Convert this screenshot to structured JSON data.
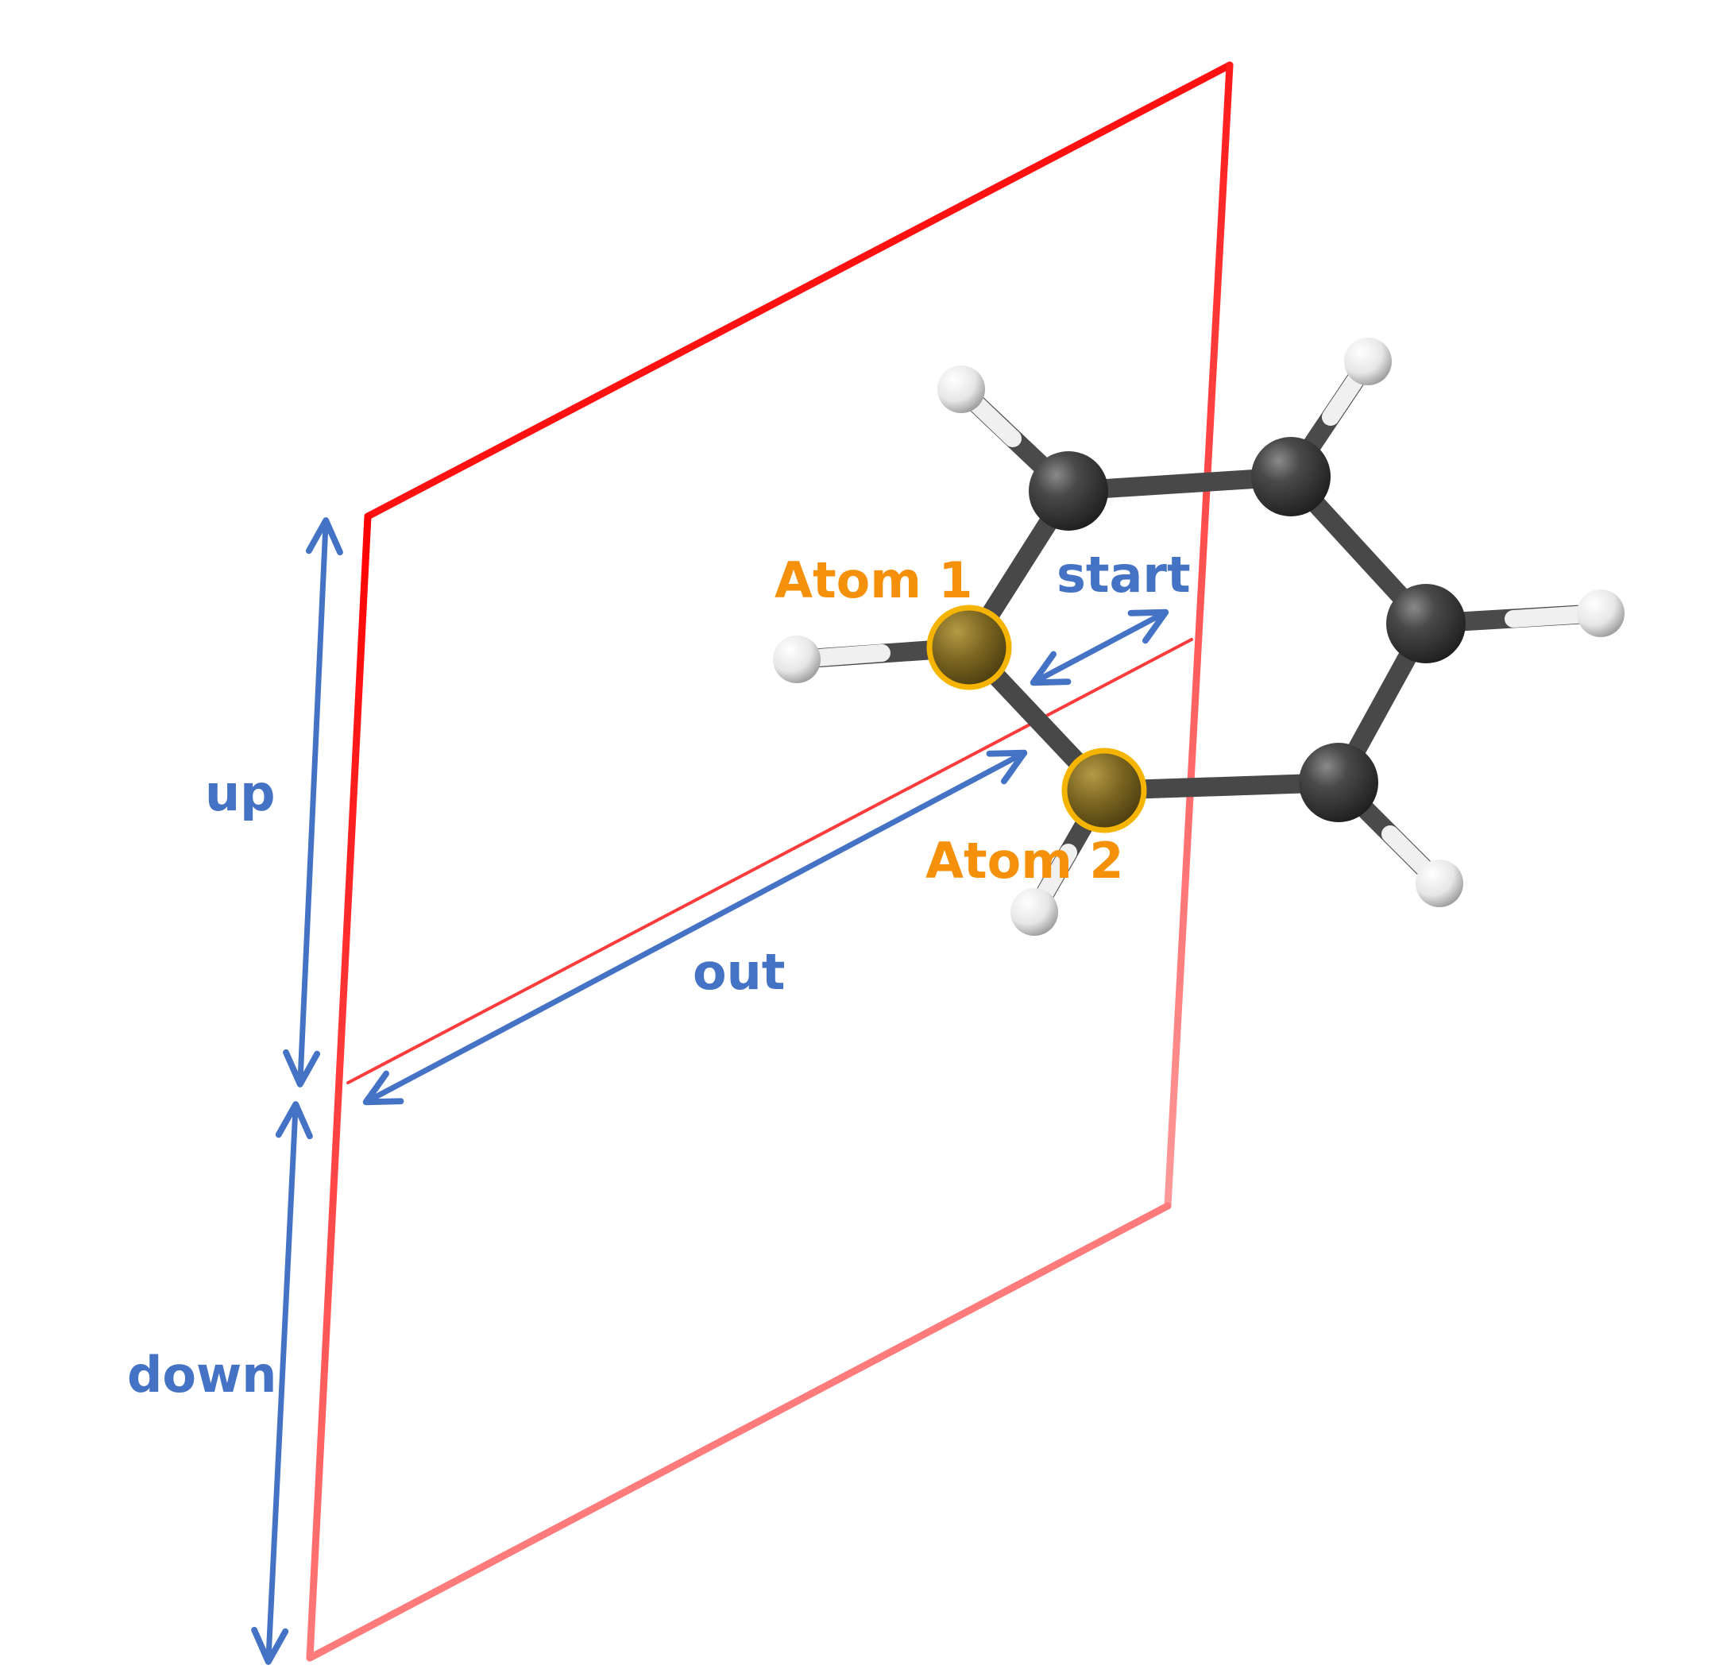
{
  "labels": {
    "atom1": "Atom 1",
    "atom2": "Atom 2",
    "start": "start",
    "up": "up",
    "out": "out",
    "down": "down"
  },
  "colors": {
    "plane_outline": "#ff1a1a",
    "arrow": "#4472c4",
    "atom_label": "#f5900a",
    "selected_atom_ring": "#f5b400",
    "selected_atom_fill": "#7a6420",
    "carbon": "#3c3c3c",
    "hydrogen": "#f2f2f2"
  }
}
